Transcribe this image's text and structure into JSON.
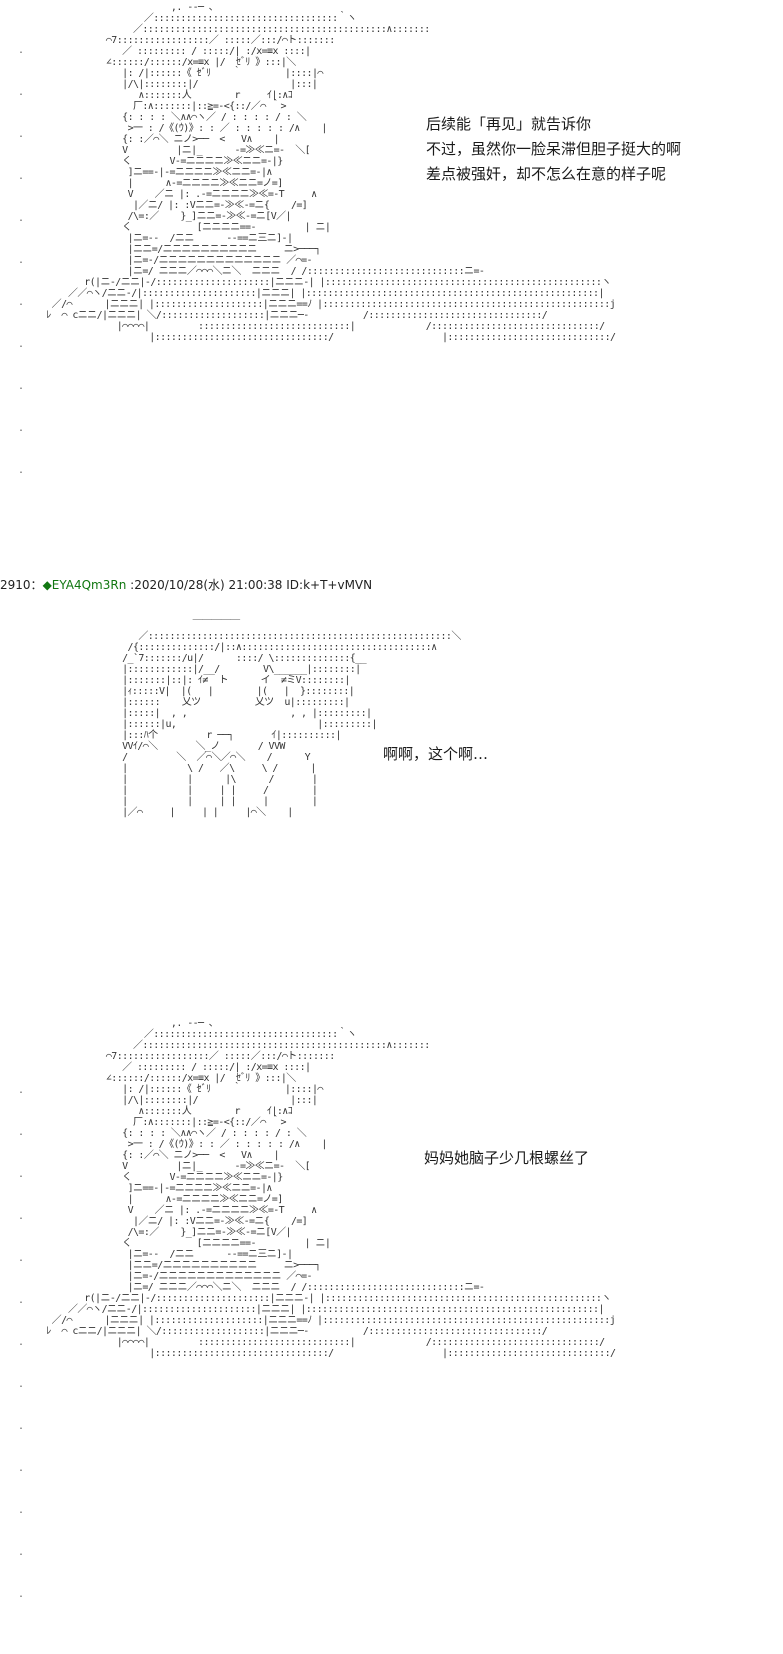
{
  "panels": [
    {
      "dialog": [
        "后续能「再见」就告诉你",
        "不过，虽然你一脸呆滞但胆子挺大的啊",
        "差点被强奸，却不怎么在意的样子呢"
      ]
    },
    {
      "post_header": {
        "number": "2910",
        "separator": "：",
        "trip_mark": "◆EYA4Qm3Rn",
        "datetime": ":2020/10/28(水) 21:00:38",
        "id": "ID:k+T+vMVN"
      },
      "dialog": [
        "啊啊，这个啊…"
      ]
    },
    {
      "dialog": [
        "妈妈她脑子少几根螺丝了"
      ]
    }
  ]
}
